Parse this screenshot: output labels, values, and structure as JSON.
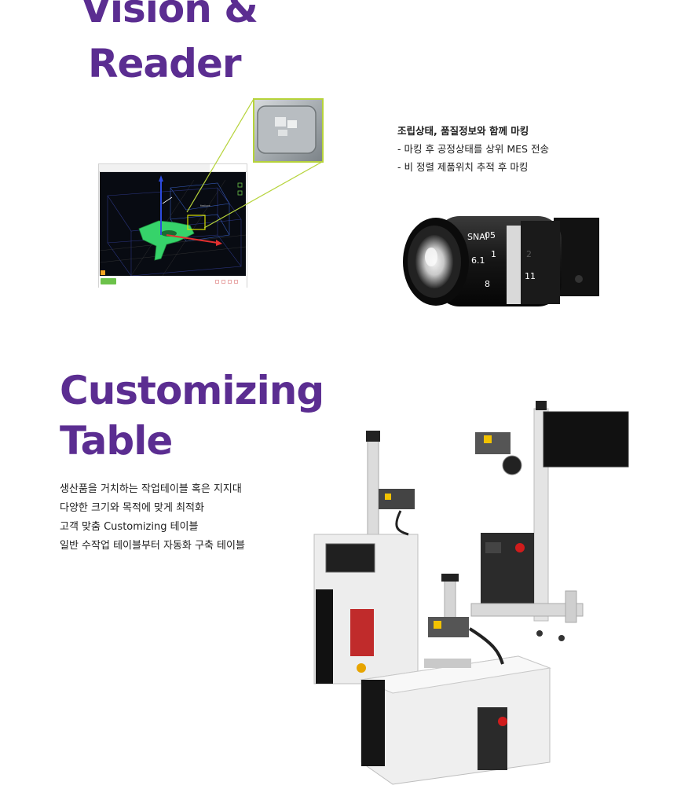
{
  "vision": {
    "title_line1": "Vision &",
    "title_line2": "Reader",
    "desc": [
      "조립상태, 품질정보와 함께 마킹",
      "- 마킹 후 공정상태를 상위 MES 전송",
      "- 비 정렬 제품위치 추적 후 마킹"
    ]
  },
  "table": {
    "title_line1": "Customizing",
    "title_line2": "Table",
    "desc": [
      "생산품을 거치하는 작업테이블 혹은 지지대",
      "다양한 크기와 목적에 맞게 최적화",
      "고객 맞춤 Customizing 테이블",
      "일반 수작업 테이블부터 자동화 구축 테이블"
    ]
  },
  "colors": {
    "accent": "#5b2d91",
    "highlight": "#b6d33a",
    "model_green": "#36d36a"
  },
  "icons": [
    "camera-lens",
    "laser-marking-machine"
  ]
}
